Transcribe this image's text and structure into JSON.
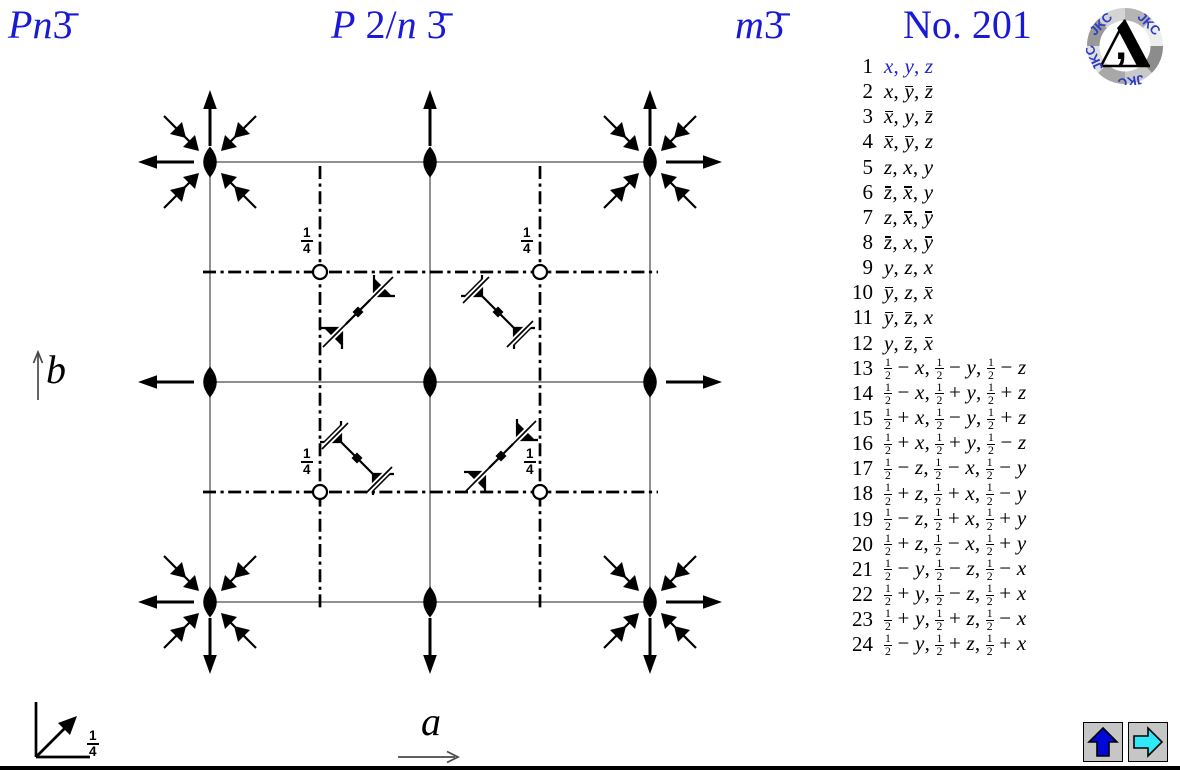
{
  "header": {
    "title_left": "Pn3̄",
    "title_center": "P 2/n 3̄",
    "point_group": "m3̄",
    "number_label": "No. 201"
  },
  "logo": {
    "text": "JKC"
  },
  "axes": {
    "a": "a",
    "b": "b"
  },
  "labels": {
    "quarter": "¼"
  },
  "diagram": {
    "symbols": {
      "twofold_axis": "lens-icon",
      "inplane_twofold_axis": "arrow-icon",
      "threefold_diagonal_axis": "double-arrowhead-icon",
      "threefold_inversion_motif": "flag-triangle-icon",
      "inversion_center": "open-circle-icon",
      "n_glide": "dash-dot-line"
    },
    "height_label_count": "4"
  },
  "positions": {
    "items": [
      {
        "n": "1",
        "c": "x, y, z",
        "link": true
      },
      {
        "n": "2",
        "c": "x, ȳ, z̄"
      },
      {
        "n": "3",
        "c": "x̄, y, z̄"
      },
      {
        "n": "4",
        "c": "x̄, ȳ, z"
      },
      {
        "n": "5",
        "c": "z, x, y"
      },
      {
        "n": "6",
        "c": "z̄, x̄, y"
      },
      {
        "n": "7",
        "c": "z, x̄, ȳ"
      },
      {
        "n": "8",
        "c": "z̄, x, ȳ"
      },
      {
        "n": "9",
        "c": "y, z, x"
      },
      {
        "n": "10",
        "c": "ȳ, z, x̄"
      },
      {
        "n": "11",
        "c": "ȳ, z̄, x"
      },
      {
        "n": "12",
        "c": "y, z̄, x̄"
      },
      {
        "n": "13",
        "c": "½ − x, ½ − y, ½ − z"
      },
      {
        "n": "14",
        "c": "½ − x, ½ + y, ½ + z"
      },
      {
        "n": "15",
        "c": "½ + x, ½ − y, ½ + z"
      },
      {
        "n": "16",
        "c": "½ + x, ½ + y, ½ − z"
      },
      {
        "n": "17",
        "c": "½ − z, ½ − x, ½ − y"
      },
      {
        "n": "18",
        "c": "½ + z, ½ + x, ½ − y"
      },
      {
        "n": "19",
        "c": "½ − z, ½ + x, ½ + y"
      },
      {
        "n": "20",
        "c": "½ + z, ½ − x, ½ + y"
      },
      {
        "n": "21",
        "c": "½ − y, ½ − z, ½ − x"
      },
      {
        "n": "22",
        "c": "½ + y, ½ − z, ½ + x"
      },
      {
        "n": "23",
        "c": "½ + y, ½ + z, ½ − x"
      },
      {
        "n": "24",
        "c": "½ − y, ½ + z, ½ + x"
      }
    ]
  },
  "nav": {
    "buttons": [
      {
        "icon": "up-arrow-icon",
        "color": "#0008d8"
      },
      {
        "icon": "right-arrow-icon",
        "color": "#30e8f8"
      }
    ]
  },
  "colors": {
    "header_blue": "#1a1ad6",
    "link_blue": "#2121d8",
    "cell_gray": "#7e7e7e",
    "button_gray": "#c6c6c6"
  }
}
